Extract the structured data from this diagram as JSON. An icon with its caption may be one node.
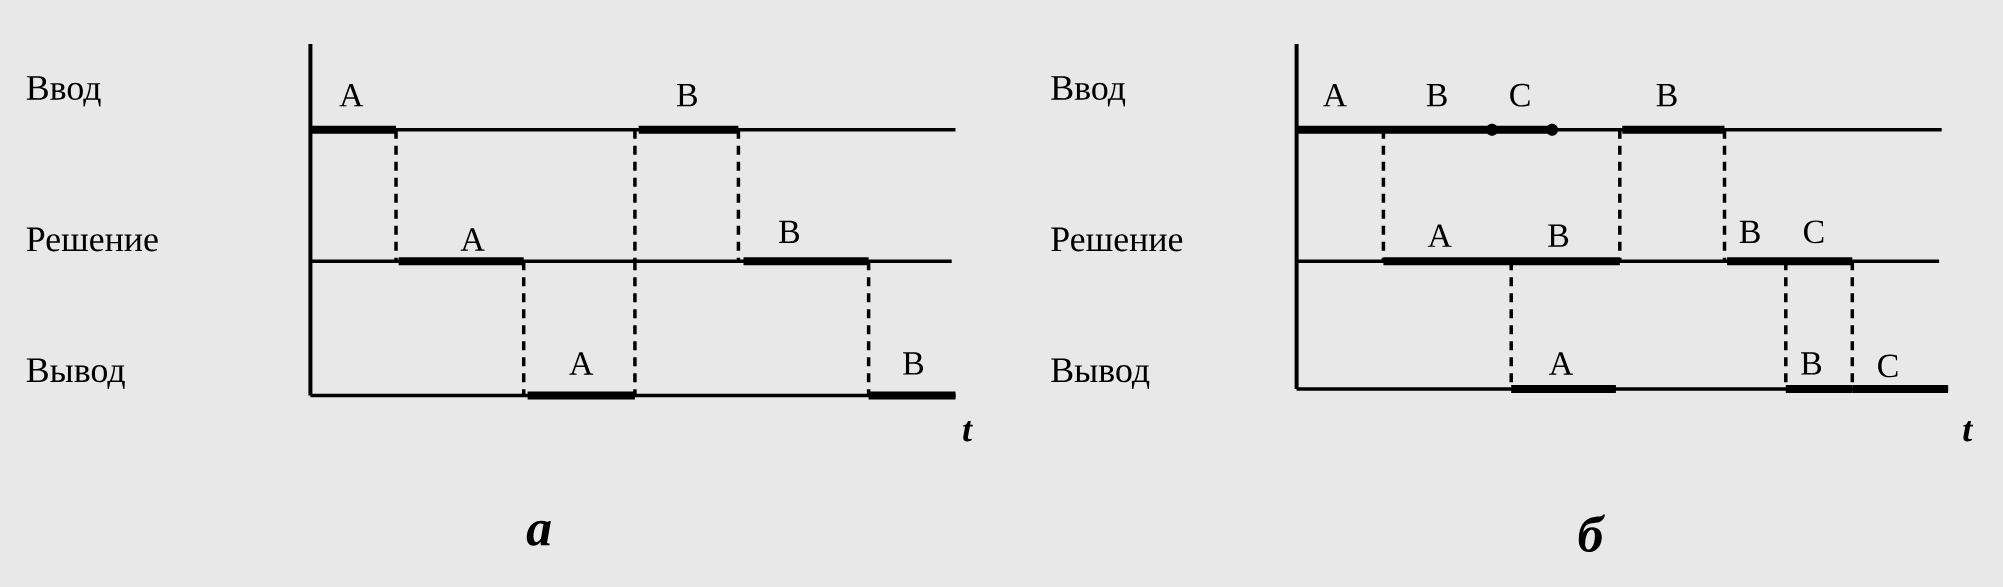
{
  "diagram": {
    "labels": [
      "Ввод",
      "A",
      "B",
      "Решение",
      "A",
      "B",
      "Вывод",
      "A",
      "B",
      "t",
      "а",
      "Ввод",
      "A",
      "B",
      "C",
      "B",
      "Решение",
      "A",
      "B",
      "B",
      "C",
      "Вывод",
      "A",
      "B",
      "C",
      "t",
      "б"
    ]
  }
}
